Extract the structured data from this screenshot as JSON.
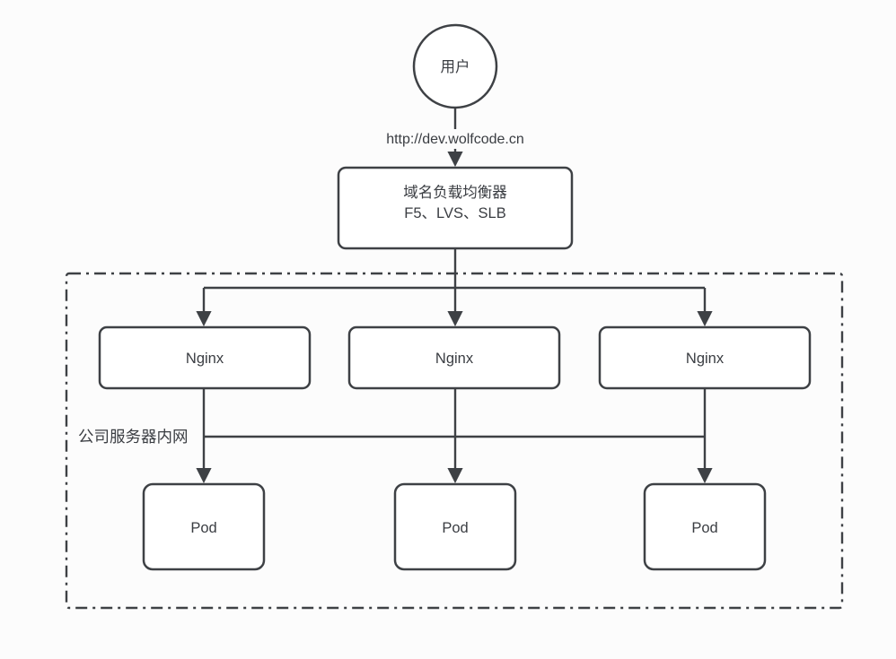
{
  "colors": {
    "background": "#fcfcfc",
    "node_fill": "#ffffff",
    "stroke": "#3e4145",
    "text": "#3a3d42"
  },
  "diagram": {
    "user": {
      "label": "用户"
    },
    "request_url": "http://dev.wolfcode.cn",
    "load_balancer": {
      "title": "域名负载均衡器",
      "subtitle": "F5、LVS、SLB"
    },
    "intranet": {
      "label": "公司服务器内网"
    },
    "nginx_nodes": [
      {
        "label": "Nginx"
      },
      {
        "label": "Nginx"
      },
      {
        "label": "Nginx"
      }
    ],
    "pod_nodes": [
      {
        "label": "Pod"
      },
      {
        "label": "Pod"
      },
      {
        "label": "Pod"
      }
    ]
  }
}
